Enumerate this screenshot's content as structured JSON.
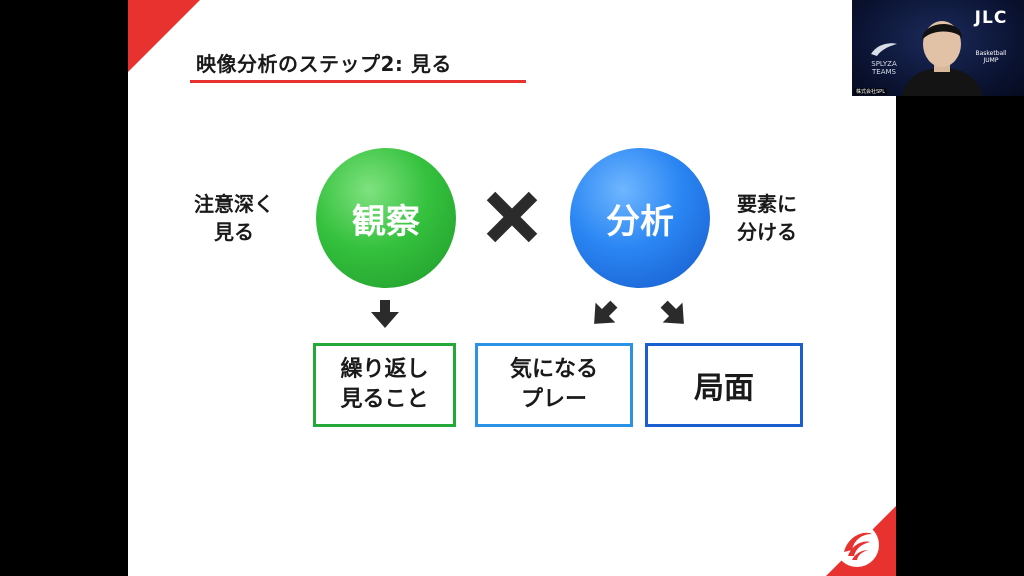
{
  "slide": {
    "title": "映像分析のステップ2: 見る",
    "left_note": [
      "注意深く",
      "見る"
    ],
    "right_note": [
      "要素に",
      "分ける"
    ],
    "circle_observe": "観察",
    "circle_analyze": "分析",
    "operator": "×",
    "boxes": {
      "repeat": [
        "繰り返し",
        "見ること"
      ],
      "interesting_play": [
        "気になる",
        "プレー"
      ],
      "phase": "局面"
    }
  },
  "webcam": {
    "brand_left": [
      "SPLYZA",
      "TEAMS"
    ],
    "brand_right_main": "JLC",
    "brand_right_sub": "Basketball JUMP",
    "caption": "株式会社SPL"
  },
  "colors": {
    "accent_red": "#e8322f",
    "green": "#35c13e",
    "blue": "#2a86f3",
    "dark_blue": "#1a5fd0"
  },
  "icons": [
    "multiply-icon",
    "down-arrow-icon",
    "down-left-arrow-icon",
    "down-right-arrow-icon",
    "splyza-logo-icon"
  ]
}
